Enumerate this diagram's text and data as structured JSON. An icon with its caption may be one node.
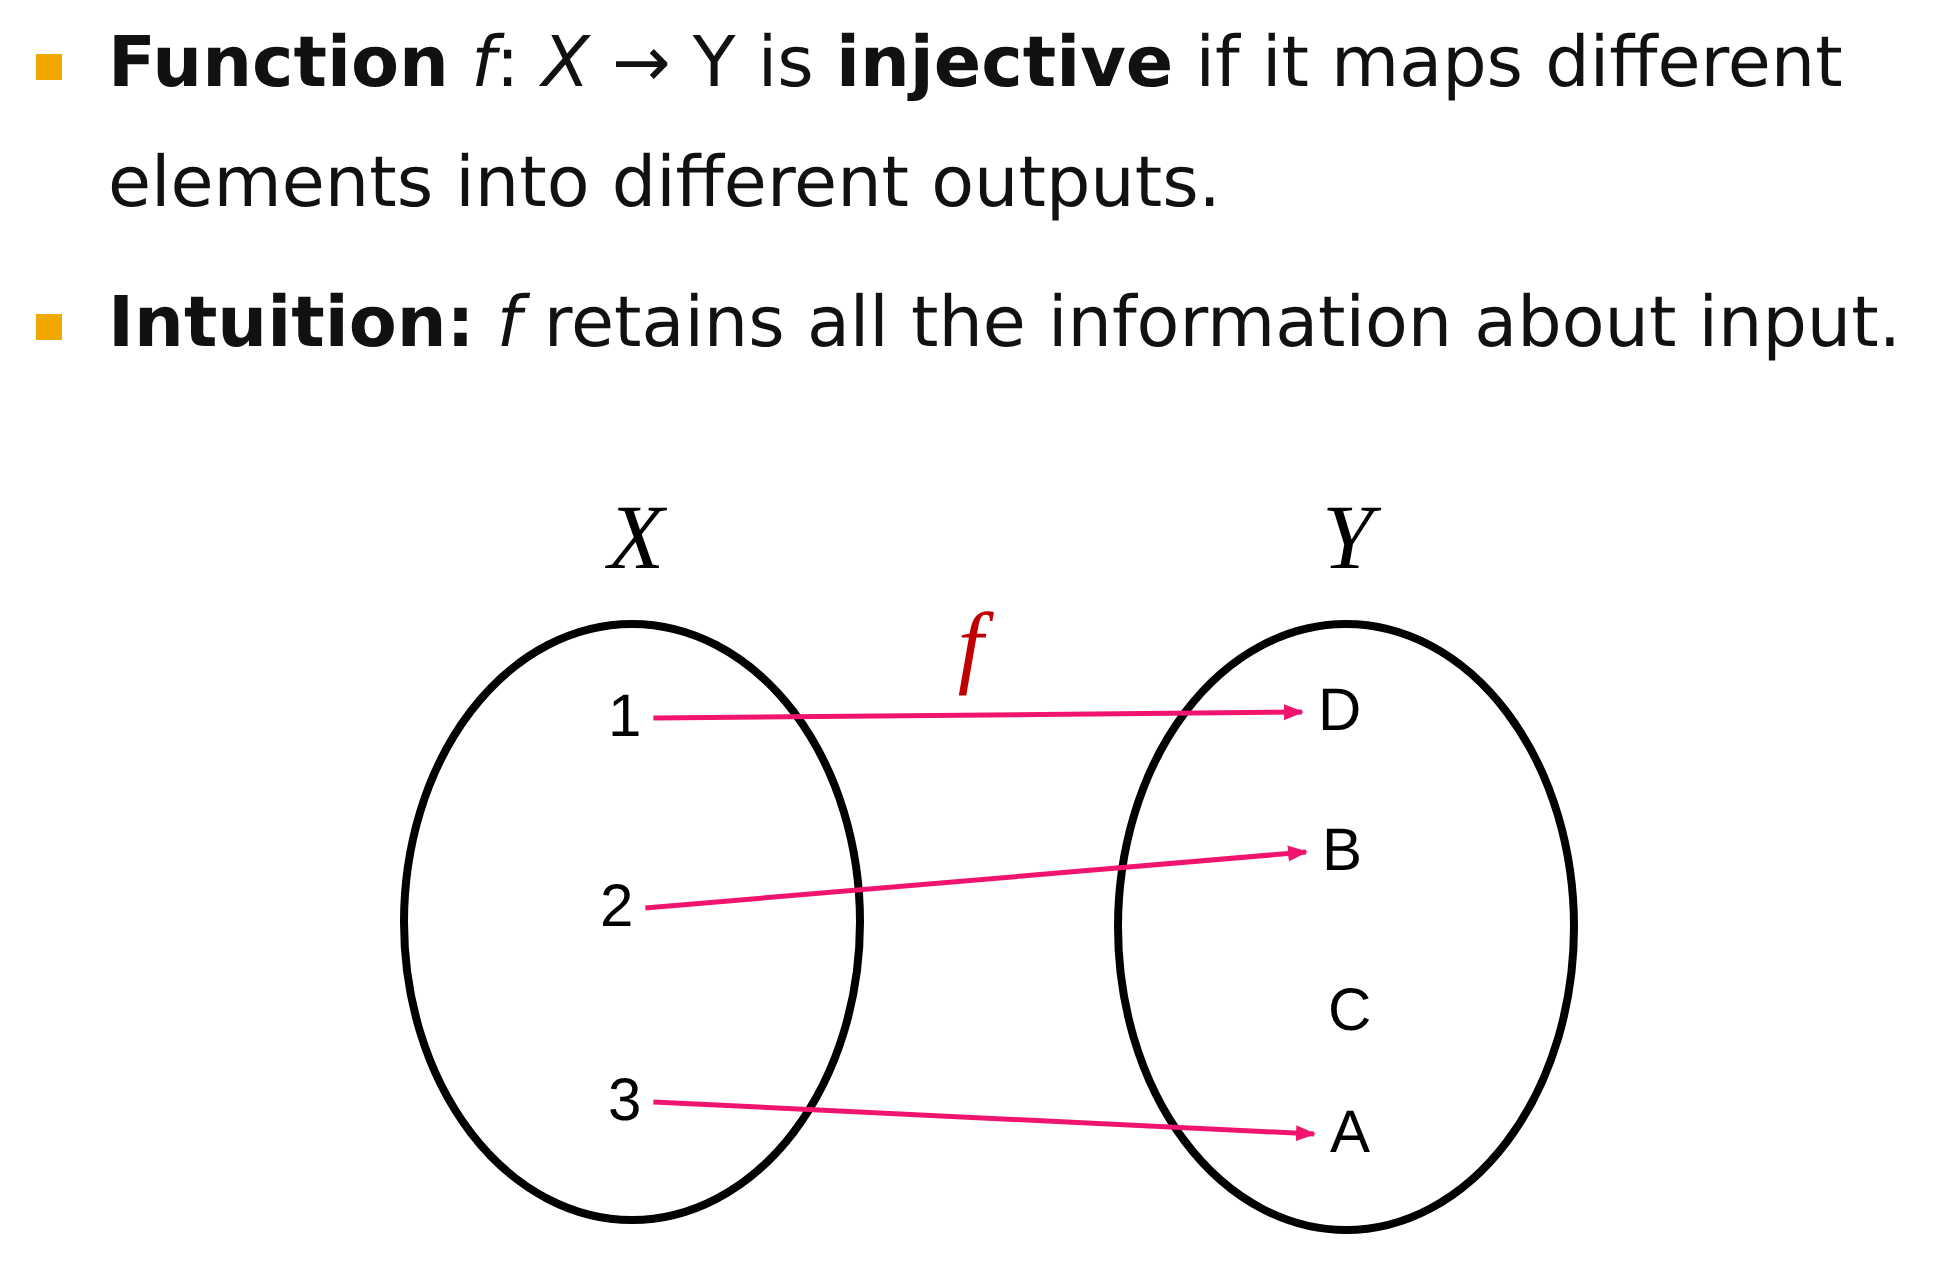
{
  "diagram": {
    "nodes": [
      {
        "text": [
          "*X*"
        ]
      },
      {
        "text": [
          "1"
        ],
        "in": 0
      },
      {
        "text": [
          "2"
        ],
        "in": 0
      },
      {
        "text": [
          "3"
        ],
        "in": 0
      },
      {
        "text": [
          "*Y*"
        ]
      },
      {
        "text": [
          "D"
        ],
        "in": 4
      },
      {
        "text": [
          "B"
        ],
        "in": 4
      },
      {
        "text": [
          "C"
        ],
        "in": 4
      },
      {
        "text": [
          "A"
        ],
        "in": 4
      }
    ],
    "edges": [
      {
        "from": 1,
        "to": 5,
        "arrow": "to",
        "label": "*f*"
      },
      {
        "from": 2,
        "to": 6,
        "arrow": "to"
      },
      {
        "from": 3,
        "to": 8,
        "arrow": "to"
      }
    ],
    "labels": [
      "**Function** *f*: *X* → Y is **injective** if it maps different elements into different outputs.",
      "**Intuition:** *f* retains all the information about input."
    ]
  }
}
